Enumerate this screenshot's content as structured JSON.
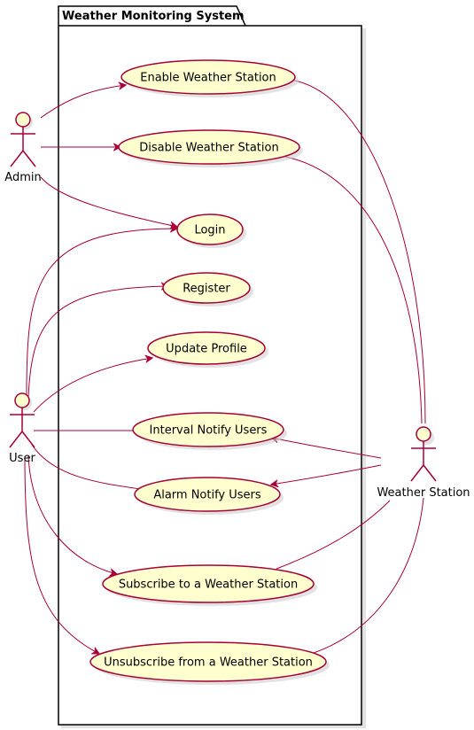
{
  "package": {
    "title": "Weather Monitoring System"
  },
  "actors": {
    "admin": "Admin",
    "user": "User",
    "weather_station": "Weather Station"
  },
  "use_cases": {
    "enable": "Enable Weather Station",
    "disable": "Disable Weather Station",
    "login": "Login",
    "register": "Register",
    "update_profile": "Update Profile",
    "interval_notify": "Interval Notify Users",
    "alarm_notify": "Alarm Notify Users",
    "subscribe": "Subscribe to a Weather Station",
    "unsubscribe": "Unsubscribe from a Weather Station"
  },
  "colors": {
    "line": "#A80036",
    "fill": "#FEFECE"
  }
}
